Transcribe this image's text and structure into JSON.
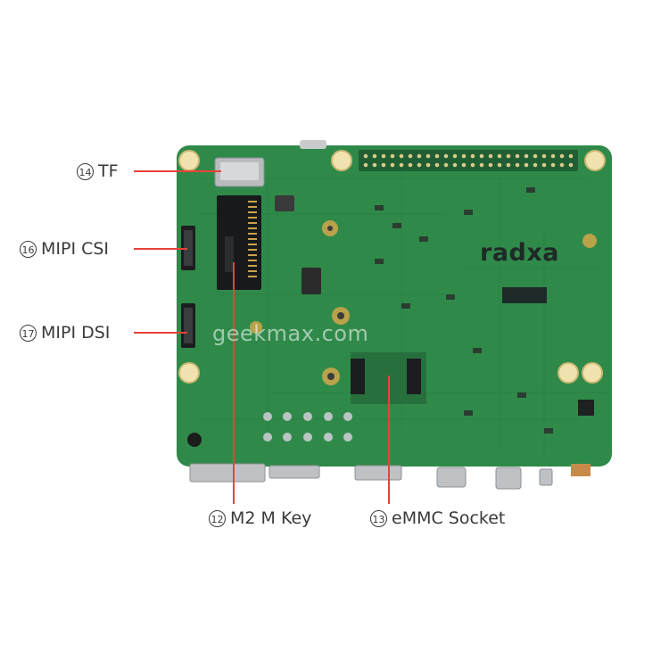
{
  "brand_logo": "radxa",
  "watermark": "geekmax.com",
  "callouts": [
    {
      "id": "14",
      "num": "14",
      "name": "TF"
    },
    {
      "id": "16",
      "num": "16",
      "name": "MIPI CSI"
    },
    {
      "id": "17",
      "num": "17",
      "name": "MIPI DSI"
    },
    {
      "id": "12",
      "num": "12",
      "name": "M2 M Key"
    },
    {
      "id": "13",
      "num": "13",
      "name": "eMMC Socket"
    }
  ],
  "colors": {
    "board": "#2f8a4a",
    "leader": "#e8423a",
    "text": "#3a3a3a",
    "mounting_hole": "#f1e3b0"
  }
}
